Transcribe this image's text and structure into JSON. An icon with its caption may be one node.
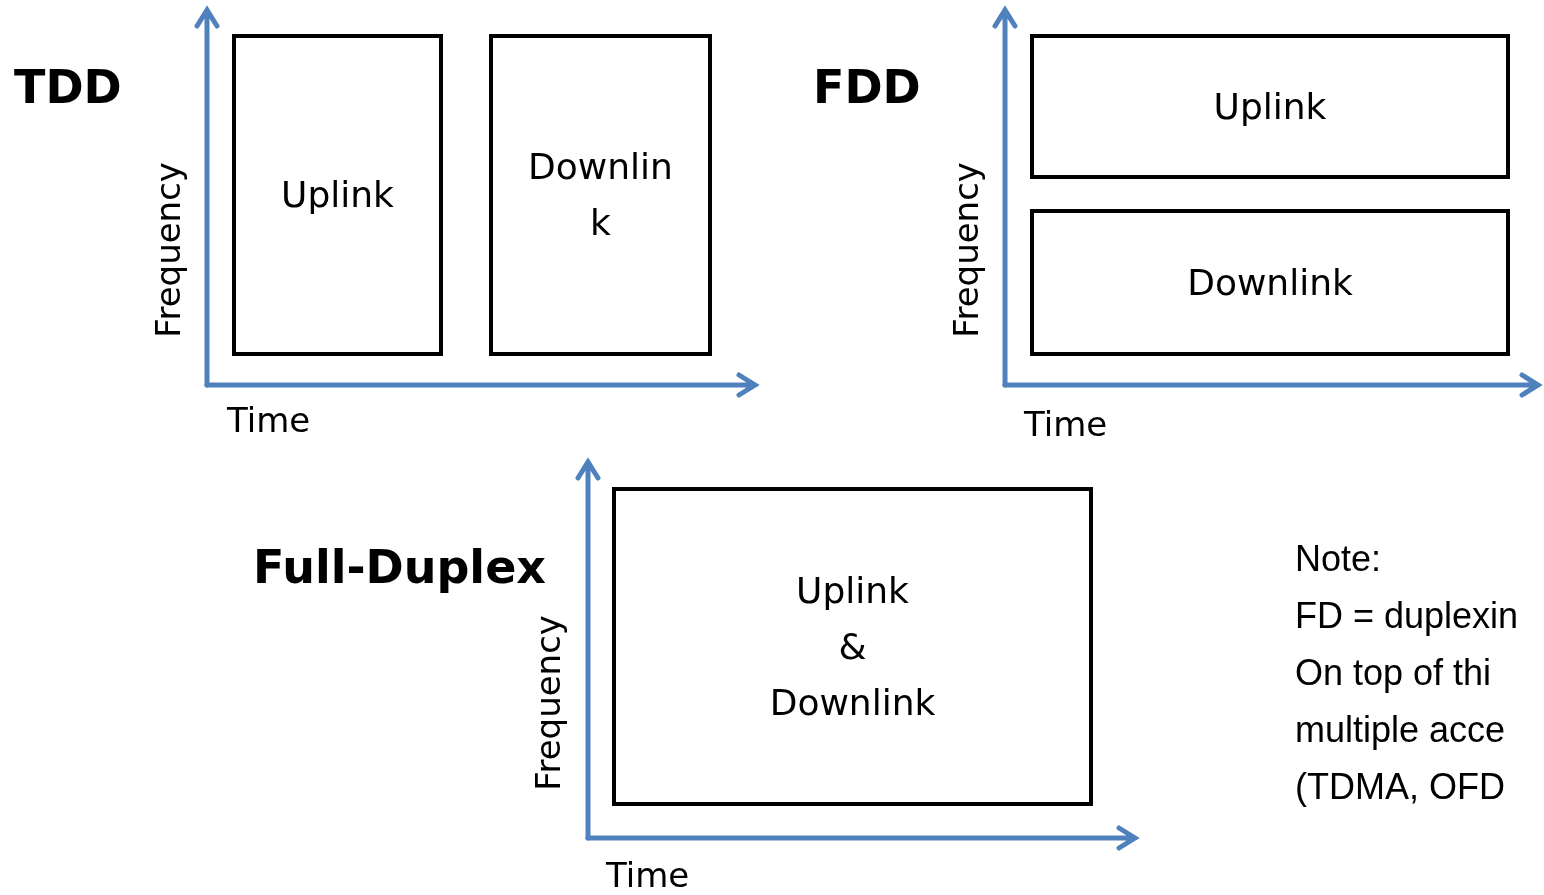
{
  "diagram": {
    "nodes": [
      {
        "text": [
          "Uplink"
        ]
      },
      {
        "text": [
          "Downlink"
        ]
      },
      {
        "text": [
          "Uplink"
        ]
      },
      {
        "text": [
          "Downlink"
        ]
      },
      {
        "text": [
          "Uplink & Downlink"
        ]
      }
    ],
    "labels": [
      "TDD",
      "Frequency",
      "Time",
      "FDD",
      "Frequency",
      "Time",
      "Full-Duplex",
      "Frequency",
      "Time",
      "Note:",
      "FD = duplexin",
      "On top of thi",
      "multiple acce",
      "(TDMA, OFD"
    ]
  }
}
